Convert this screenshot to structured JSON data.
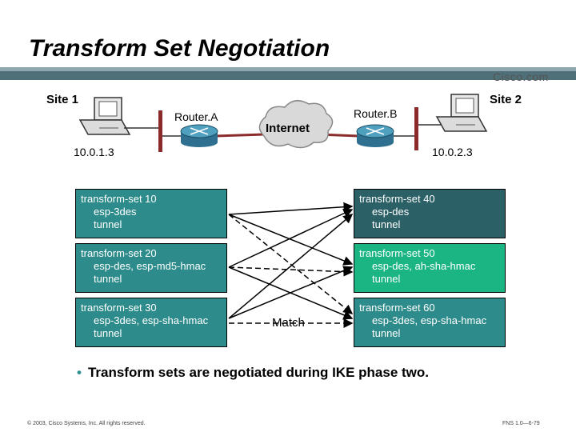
{
  "title": "Transform Set Negotiation",
  "logo": "Cisco.com",
  "site1": {
    "label": "Site 1",
    "ip": "10.0.1.3",
    "router": "Router.A"
  },
  "site2": {
    "label": "Site 2",
    "ip": "10.0.2.3",
    "router": "Router.B"
  },
  "internet_label": "Internet",
  "left_sets": [
    {
      "name": "transform-set 10",
      "line1": "esp-3des",
      "line2": "tunnel",
      "color": "#2e8b8b"
    },
    {
      "name": "transform-set 20",
      "line1": "esp-des, esp-md5-hmac",
      "line2": "tunnel",
      "color": "#2e8b8b"
    },
    {
      "name": "transform-set 30",
      "line1": "esp-3des, esp-sha-hmac",
      "line2": "tunnel",
      "color": "#2e8b8b"
    }
  ],
  "right_sets": [
    {
      "name": "transform-set 40",
      "line1": "esp-des",
      "line2": "tunnel",
      "color": "#2b6066"
    },
    {
      "name": "transform-set 50",
      "line1": "esp-des, ah-sha-hmac",
      "line2": "tunnel",
      "color": "#1bb584"
    },
    {
      "name": "transform-set 60",
      "line1": "esp-3des, esp-sha-hmac",
      "line2": "tunnel",
      "color": "#2e8b8b"
    }
  ],
  "match_label": "Match",
  "bullet": "Transform sets are negotiated during IKE phase two.",
  "footer_left": "© 2003, Cisco Systems, Inc. All rights reserved.",
  "footer_right": "FNS 1.0—6-79"
}
